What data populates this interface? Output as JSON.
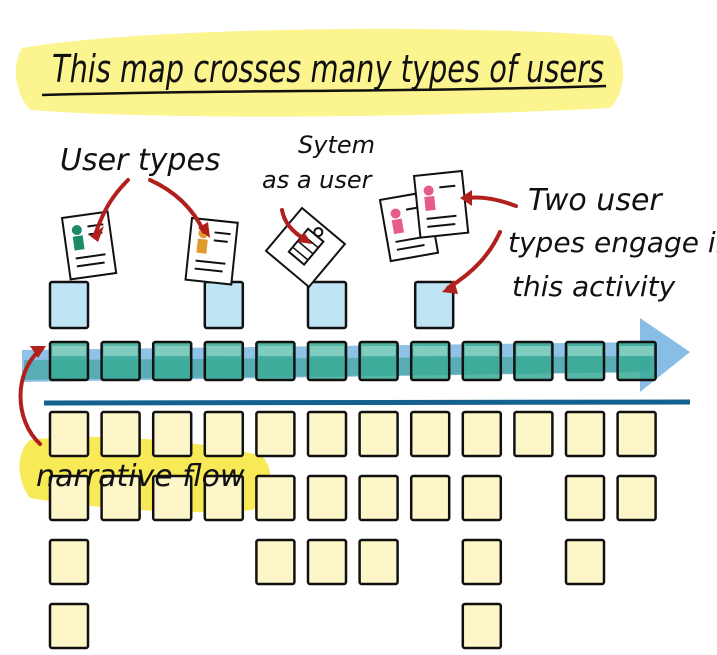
{
  "title": "This map crosses many types of users",
  "labels": {
    "user_types": "User types",
    "system_user_line1": "Sytem",
    "system_user_line2": "as a user",
    "two_user_line1": "Two user",
    "two_user_line2": "types engage in",
    "two_user_line3": "this activity",
    "narrative_flow": "narrative flow"
  },
  "colors": {
    "highlight_yellow": "#fbf27a",
    "sticky_yellow": "#fdf6c8",
    "backbone_teal": "#3aaa97",
    "user_blue": "#bfe4f4",
    "flow_arrow_blue": "#6aaedf",
    "divider_line": "#14608f",
    "annotation_red": "#b0201c"
  },
  "story_map": {
    "backbone_column_count": 12,
    "detail_column_heights": [
      4,
      2,
      2,
      2,
      3,
      3,
      3,
      2,
      4,
      1,
      3,
      2
    ],
    "user_card_columns": [
      1,
      4,
      6,
      8
    ]
  }
}
